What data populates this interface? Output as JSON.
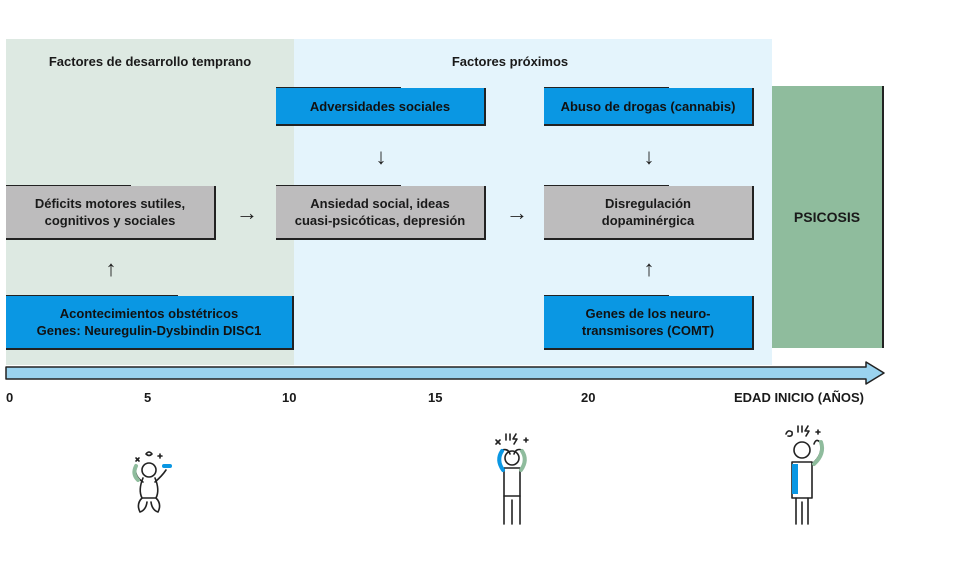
{
  "panels": {
    "early": {
      "title": "Factores de desarrollo temprano",
      "color": "#dde9e2"
    },
    "proximal": {
      "title": "Factores próximos",
      "color": "#e4f4fc"
    }
  },
  "boxes": {
    "deficits": "Déficits motores sutiles,\ncognitivos y sociales",
    "obstetric": "Acontecimientos obstétricos\nGenes: Neuregulin-Dysbindin DISC1",
    "social_adversity": "Adversidades sociales",
    "anxiety": "Ansiedad social, ideas\ncuasi-psicóticas, depresión",
    "drug_abuse": "Abuso de drogas (cannabis)",
    "dopamine": "Disregulación\ndopaminérgica",
    "genes_nt": "Genes de los neuro-\ntransmisores (COMT)",
    "psychosis": "PSICOSIS"
  },
  "axis": {
    "ticks": [
      "0",
      "5",
      "10",
      "15",
      "20"
    ],
    "label": "EDAD INICIO (AÑOS)",
    "color": "#9ad3ef"
  },
  "colors": {
    "blue": "#0a97e3",
    "gray": "#bdbcbd",
    "green": "#8fbc9d"
  },
  "icons": [
    "baby-distressed-icon",
    "teen-distressed-icon",
    "adult-distressed-icon"
  ]
}
